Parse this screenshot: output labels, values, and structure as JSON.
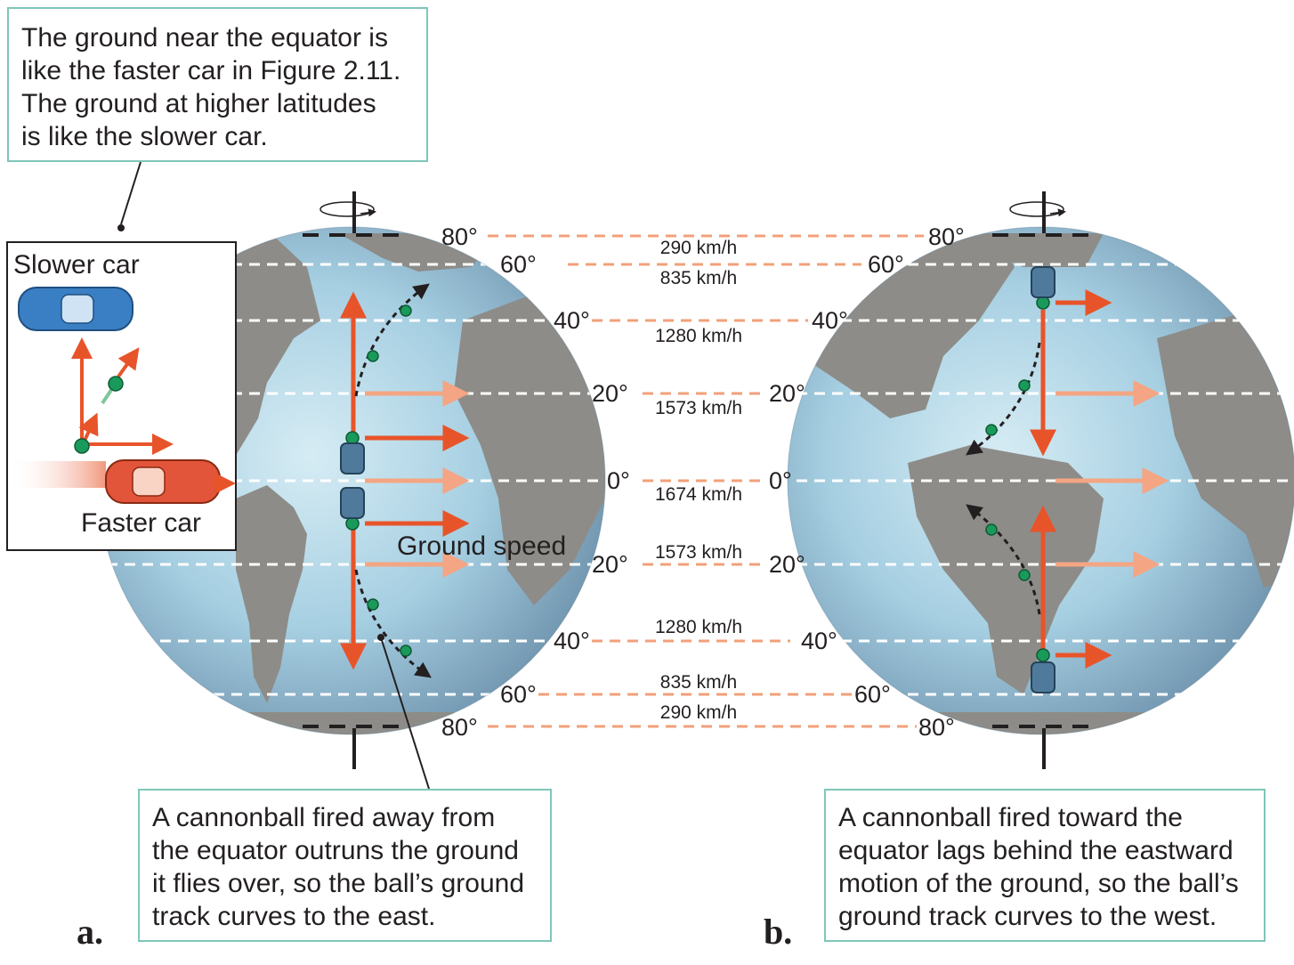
{
  "top_note": {
    "lines": [
      "The ground near the equator is",
      "like the faster car in Figure 2.11.",
      "The ground at higher latitudes",
      "is like the slower car."
    ]
  },
  "car_panel": {
    "slower_label": "Slower car",
    "faster_label": "Faster car"
  },
  "latitudes": {
    "n80": "80°",
    "n60": "60°",
    "n40": "40°",
    "n20": "20°",
    "eq": "0°",
    "s20": "20°",
    "s40": "40°",
    "s60": "60°",
    "s80": "80°"
  },
  "speeds": {
    "s290_top": "290 km/h",
    "s835_top": "835 km/h",
    "s1280_top": "1280 km/h",
    "s1573_top": "1573 km/h",
    "s1674": "1674 km/h",
    "s1573_bot": "1573 km/h",
    "s1280_bot": "1280 km/h",
    "s835_bot": "835 km/h",
    "s290_bot": "290 km/h"
  },
  "ground_speed_label": "Ground speed",
  "note_a": {
    "lines": [
      "A cannonball fired away from",
      "the equator outruns the ground",
      "it flies over, so the ball’s ground",
      "track curves to the east."
    ]
  },
  "note_b": {
    "lines": [
      "A cannonball fired toward the",
      "equator lags behind the eastward",
      "motion of the ground, so the ball’s",
      "ground track curves to the west."
    ]
  },
  "panel_a_letter": "a.",
  "panel_b_letter": "b.",
  "colors": {
    "arrow_dark": "#e8542a",
    "arrow_light": "#f4a583",
    "dash_orange": "#f2a07a",
    "ocean": "#9cc9de",
    "land": "#8a8a88",
    "ball": "#1a9a5a",
    "box_border": "#7fc6b8"
  }
}
